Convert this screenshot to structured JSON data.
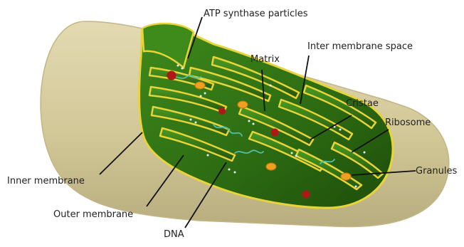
{
  "labels": {
    "atp_synthase": "ATP synthase particles",
    "matrix": "Matrix",
    "inter_membrane_space": "Inter membrane space",
    "cristae": "Cristae",
    "ribosome": "Ribosome",
    "granules": "Granules",
    "inner_membrane": "Inner membrane",
    "outer_membrane": "Outer membrane",
    "dna": "DNA"
  },
  "colors": {
    "outer_shell": "#d6cca0",
    "inner_green": "#2f6e14",
    "dark_green": "#1f4d0c",
    "membrane_yellow": "#e8d63a",
    "ribosome_red": "#b01818",
    "granule_orange": "#f0a020",
    "dna_teal": "#4fc0a8",
    "leader": "#111111"
  }
}
